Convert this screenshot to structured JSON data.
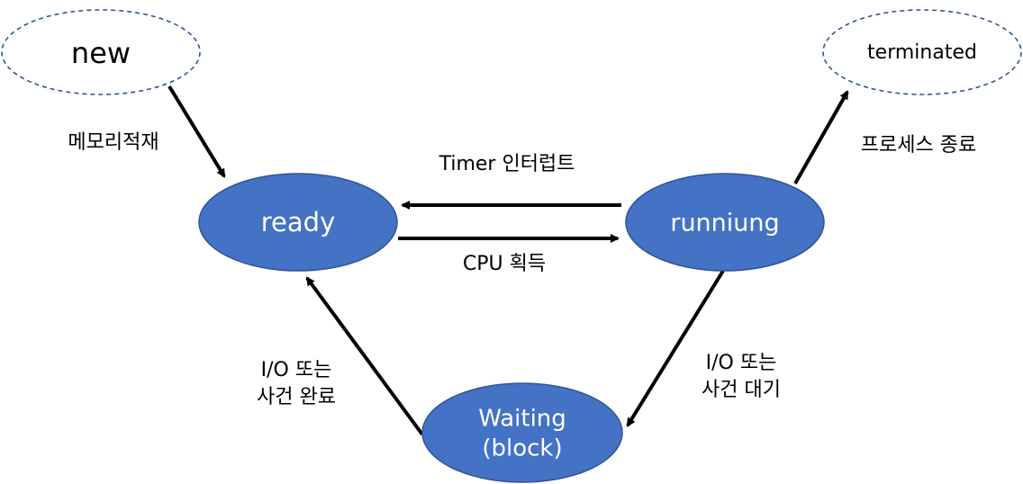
{
  "colors": {
    "state_fill": "#4472C4",
    "state_stroke": "#2F5597",
    "state_text": "#FFFFFF",
    "dashed_stroke": "#2F5597",
    "arrow": "#000000",
    "label_text": "#000000"
  },
  "nodes": {
    "new": "new",
    "terminated": "terminated",
    "ready": "ready",
    "running": "runniung",
    "waiting_line1": "Waiting",
    "waiting_line2": "(block)"
  },
  "edges": {
    "load_memory": "메모리적재",
    "timer_interrupt": "Timer 인터럽트",
    "cpu_acquire": "CPU 획득",
    "process_exit": "프로세스 종료",
    "io_wait_line1": "I/O 또는",
    "io_wait_line2": "사건 대기",
    "io_complete_line1": "I/O 또는",
    "io_complete_line2": "사건 완료"
  }
}
